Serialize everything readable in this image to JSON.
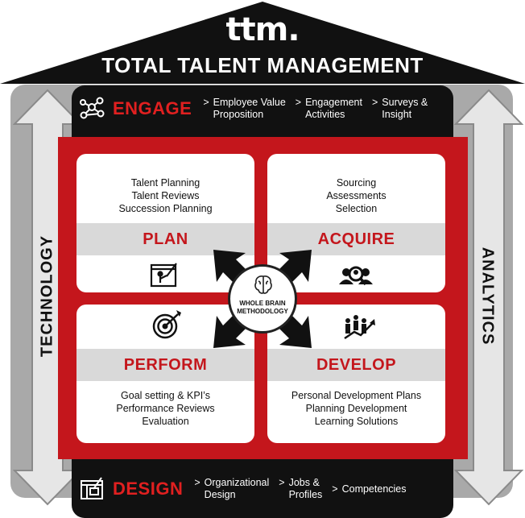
{
  "roof": {
    "logo": "ttm.",
    "title": "TOTAL TALENT MANAGEMENT"
  },
  "side": {
    "left": "TECHNOLOGY",
    "right": "ANALYTICS"
  },
  "engage": {
    "title": "ENGAGE",
    "items": [
      {
        "chev": ">",
        "line1": "Employee Value",
        "line2": "Proposition"
      },
      {
        "chev": ">",
        "line1": "Engagement",
        "line2": "Activities"
      },
      {
        "chev": ">",
        "line1": "Surveys &",
        "line2": "Insight"
      }
    ]
  },
  "quadrants": {
    "plan": {
      "title": "PLAN",
      "items": [
        "Talent Planning",
        "Talent Reviews",
        "Succession Planning"
      ]
    },
    "acquire": {
      "title": "ACQUIRE",
      "items": [
        "Sourcing",
        "Assessments",
        "Selection"
      ]
    },
    "perform": {
      "title": "PERFORM",
      "items": [
        "Goal setting & KPI’s",
        "Performance Reviews",
        "Evaluation"
      ]
    },
    "develop": {
      "title": "DEVELOP",
      "items": [
        "Personal Development Plans",
        "Planning Development",
        "Learning Solutions"
      ]
    }
  },
  "center": {
    "line1": "WHOLE BRAIN",
    "line2": "METHODOLOGY"
  },
  "design": {
    "title": "DESIGN",
    "items": [
      {
        "chev": ">",
        "line1": "Organizational",
        "line2": "Design"
      },
      {
        "chev": ">",
        "line1": "Jobs &",
        "line2": "Profiles"
      },
      {
        "chev": ">",
        "line1": "Competencies",
        "line2": ""
      }
    ]
  },
  "colors": {
    "red": "#c4161c",
    "accent": "#e02020",
    "dark": "#111111",
    "gray": "#a9a9a9",
    "band": "#d9d9d9"
  }
}
